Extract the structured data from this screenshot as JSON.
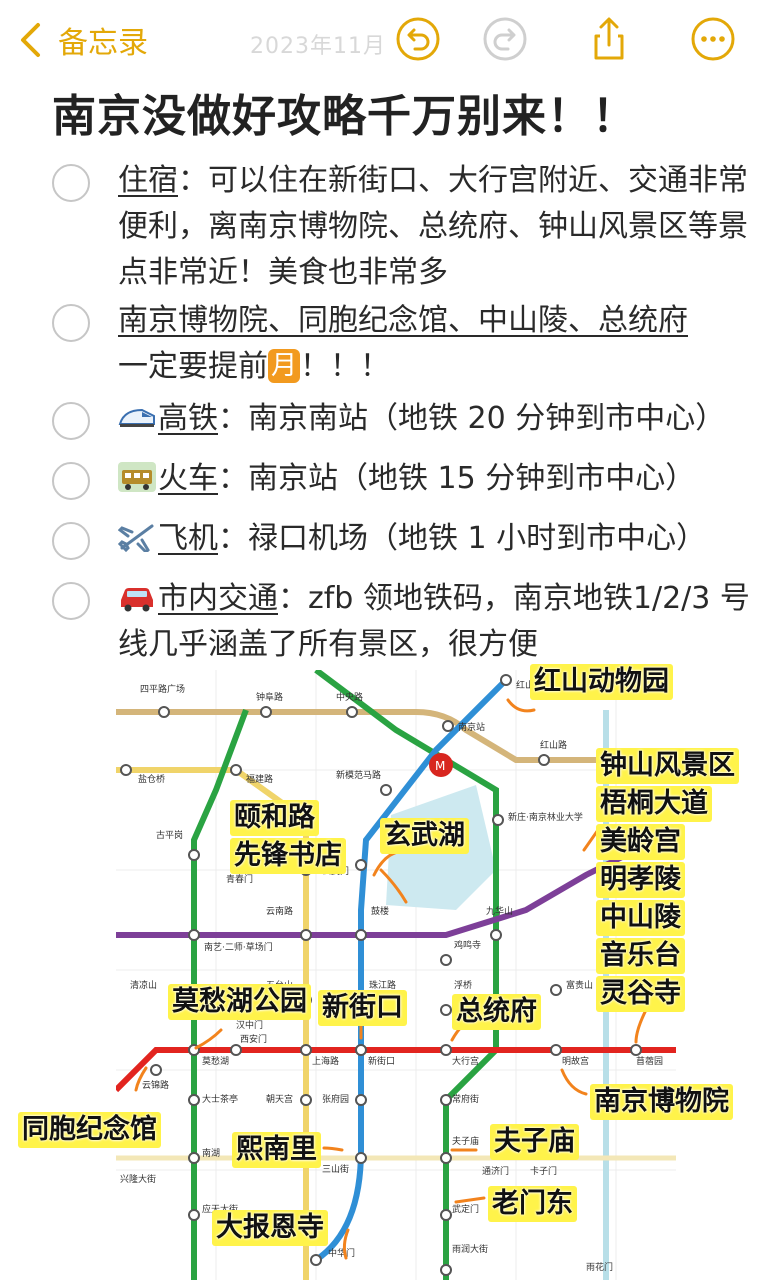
{
  "nav": {
    "back_label": "备忘录",
    "faint_title": "2023年11月",
    "accent_color": "#e3a808",
    "icons": [
      "chevron-left-icon",
      "undo-icon",
      "redo-icon",
      "share-icon",
      "more-icon"
    ]
  },
  "note": {
    "title": "南京没做好攻略千万别来！！",
    "items": [
      {
        "head": "住宿",
        "rest": "：可以住在新街口、大行宫附近、交通非常便利，离南京博物院、总统府、钟山风景区等景点非常近！美食也非常多"
      },
      {
        "head": "南京博物院、同胞纪念馆、中山陵、总统府",
        "rest_a": "一定要提前",
        "badge": "月",
        "rest_b": "！！！"
      },
      {
        "icon": "bullet-train-icon",
        "head": "高铁",
        "rest": "：南京南站（地铁 20 分钟到市中心）"
      },
      {
        "icon": "train-icon",
        "head": "火车",
        "rest": "：南京站（地铁 15 分钟到市中心）"
      },
      {
        "icon": "airplane-icon",
        "head": "飞机",
        "rest": "：禄口机场（地铁 1 小时到市中心）"
      },
      {
        "icon": "car-icon",
        "head": "市内交通",
        "rest": "：zfb 领地铁码，南京地铁1/2/3 号线几乎涵盖了所有景区，很方便"
      }
    ]
  },
  "map": {
    "callouts": {
      "hongshan": "红山动物园",
      "yiheroad": "颐和路",
      "xianfeng": "先锋书店",
      "xuanwu": "玄武湖",
      "zhongshan_area": "钟山风景区",
      "wutong": "梧桐大道",
      "meiling": "美龄宫",
      "mingxiao": "明孝陵",
      "zhongshanling": "中山陵",
      "yinyue": "音乐台",
      "linggu": "灵谷寺",
      "mochou": "莫愁湖公园",
      "xinjiekou": "新街口",
      "zongtongfu": "总统府",
      "museum": "南京博物院",
      "tongbao": "同胞纪念馆",
      "xinanli": "熙南里",
      "fuzimiao": "夫子庙",
      "laomendong": "老门东",
      "baoen": "大报恩寺"
    },
    "stations": {
      "s1": "四平路广场",
      "s2": "钟阜路",
      "s3": "中央路",
      "s4": "南京站",
      "s5": "红山路",
      "s6": "红山",
      "s7": "盐仓桥",
      "s8": "福建路",
      "s9": "新模范马路",
      "s10": "新庄·南京林业大学",
      "s11": "古平岗",
      "s12": "玄武门",
      "s13": "青春门",
      "s14": "云南路",
      "s15": "鼓楼",
      "s16": "九华山",
      "s17": "南艺·二师·草场门",
      "s18": "鸡鸣寺",
      "s19": "清凉山",
      "s20": "五台山",
      "s21": "珠江路",
      "s22": "浮桥",
      "s23": "富贵山",
      "s24": "汉中门",
      "s25": "莫愁湖",
      "s26": "上海路",
      "s27": "新街口",
      "s28": "大行宫",
      "s29": "明故宫",
      "s30": "西安门",
      "s31": "云锦路",
      "s32": "大士茶亭",
      "s33": "朝天宫",
      "s34": "张府园",
      "s35": "常府街",
      "s36": "南湖",
      "s37": "夫子庙",
      "s38": "三山街",
      "s39": "通济门",
      "s40": "兴隆大街",
      "s41": "应天大街",
      "s42": "武定门",
      "s43": "雨润大街",
      "s44": "中华门",
      "s45": "雨花门",
      "s46": "卡子门",
      "s47": "苜蓿园"
    },
    "line_colors": {
      "line1": "#2f8fd6",
      "line2": "#e2241f",
      "line3": "#2aa342",
      "line4": "#7d3f98",
      "line10": "#d4b57a",
      "line_s": "#b8dfe8",
      "line_y": "#f0d46a"
    }
  }
}
